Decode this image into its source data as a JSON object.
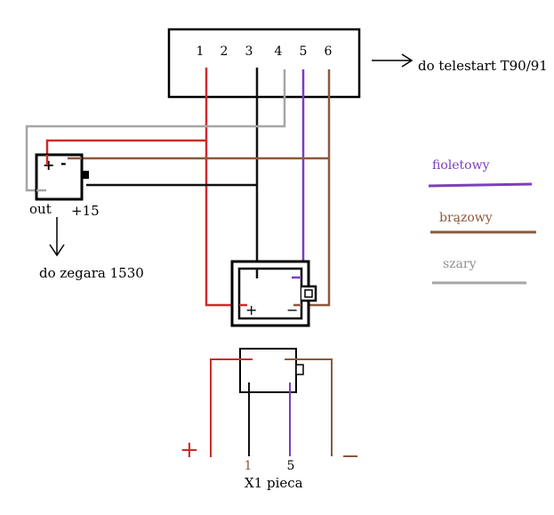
{
  "connector": {
    "pins": [
      "1",
      "2",
      "3",
      "4",
      "5",
      "6"
    ],
    "label": "do telestart T90/91"
  },
  "relay": {
    "plus": "+",
    "minus": "-",
    "out_label": "out",
    "plus15_label": "+15",
    "clock_label": "do zegara 1530"
  },
  "module": {
    "plus": "+",
    "minus": "−"
  },
  "x1": {
    "pin1": "1",
    "pin5": "5",
    "label": "X1 pieca",
    "plus": "+",
    "minus": "–"
  },
  "legend": [
    {
      "label": "fioletowy",
      "color": "#7a3fbf",
      "text_color": "#7a3fbf"
    },
    {
      "label": "brązowy",
      "color": "#8a5a3c",
      "text_color": "#8a5a3c"
    },
    {
      "label": "szary",
      "color": "#a6a6a6",
      "text_color": "#909090"
    }
  ],
  "wire_colors": {
    "red": "#d02a2a",
    "black": "#111111",
    "grey": "#a6a6a6",
    "purple": "#7a3fbf",
    "brown": "#8a5a3c"
  }
}
